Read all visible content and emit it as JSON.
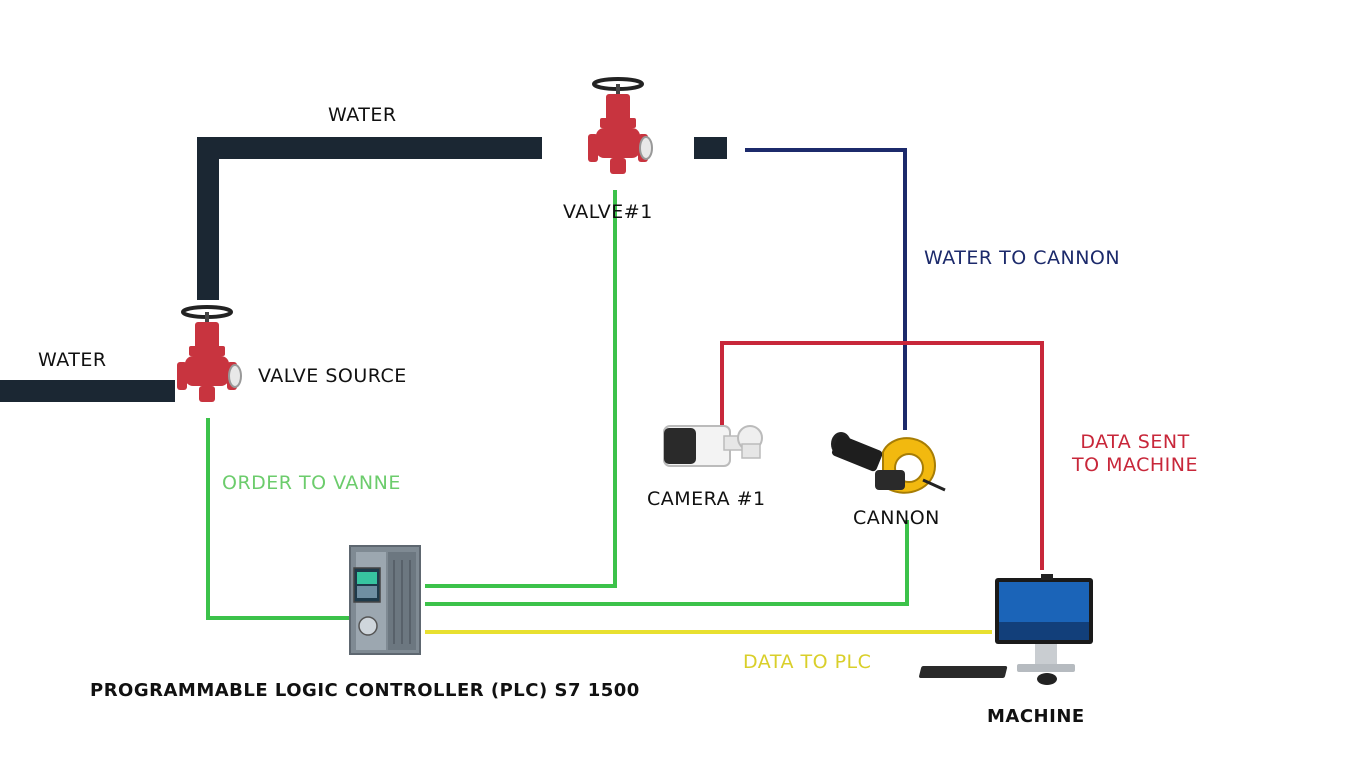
{
  "labels": {
    "water_left": "WATER",
    "water_top": "WATER",
    "valve_1": "VALVE#1",
    "valve_source": "VALVE SOURCE",
    "water_to_cannon": "WATER TO CANNON",
    "order_to_vanne": "ORDER TO VANNE",
    "camera_1": "CAMERA #1",
    "cannon": "CANNON",
    "data_sent_line1": "DATA SENT",
    "data_sent_line2": "TO MACHINE",
    "data_to_plc": "DATA TO  PLC",
    "plc": "PROGRAMMABLE LOGIC CONTROLLER (PLC) S7 1500",
    "machine": "MACHINE"
  },
  "colors": {
    "water_pipe": "#1b2733",
    "water_to_cannon_line": "#1c2a6b",
    "data_sent_line": "#c8273a",
    "order_line": "#3cc24a",
    "order_label": "#6ccc6c",
    "data_to_plc_line": "#e8e030",
    "data_to_plc_label": "#d9cf2a",
    "valve_body": "#c8343f"
  }
}
